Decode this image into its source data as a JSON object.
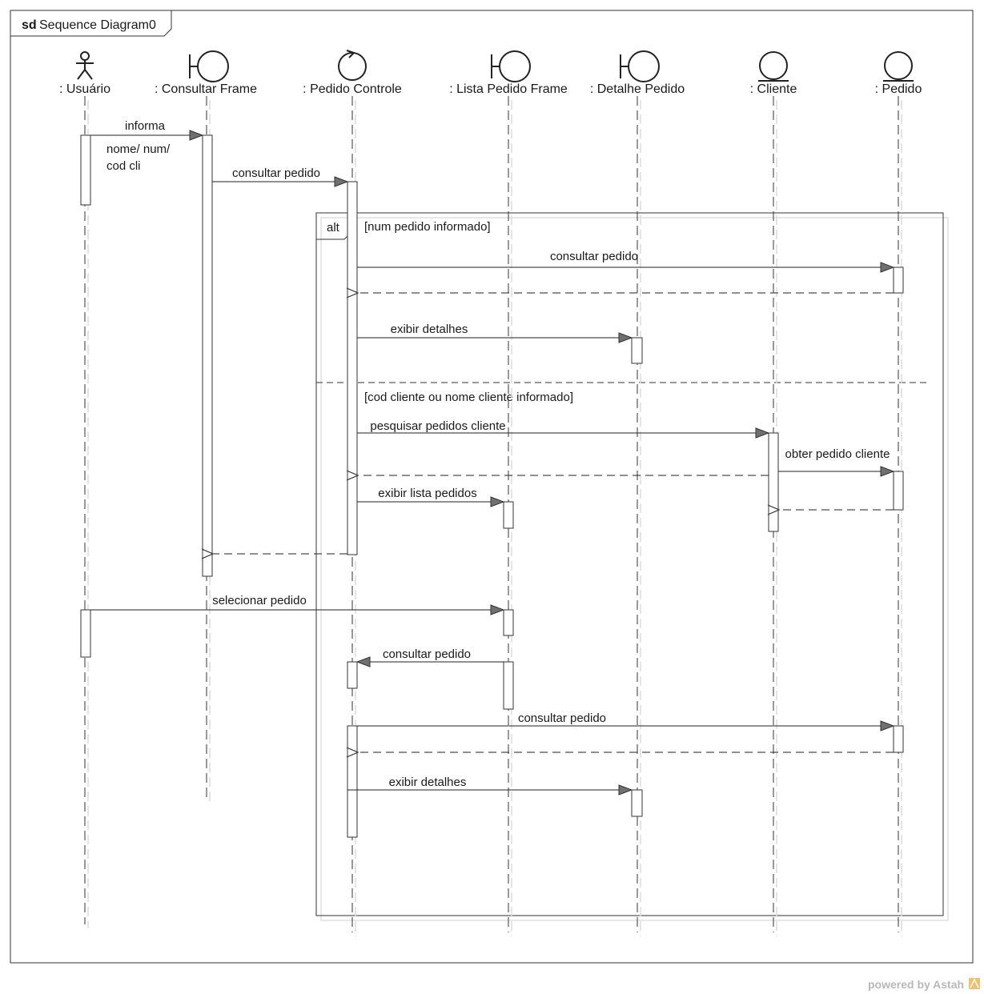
{
  "frame": {
    "keyword": "sd",
    "title": "Sequence Diagram0"
  },
  "lifelines": [
    {
      "id": "usuario",
      "kind": "actor",
      "label": ": Usuário"
    },
    {
      "id": "consultar_frame",
      "kind": "boundary",
      "label": ": Consultar Frame"
    },
    {
      "id": "pedido_controle",
      "kind": "control",
      "label": ": Pedido Controle"
    },
    {
      "id": "lista_pedido_frame",
      "kind": "boundary",
      "label": ": Lista Pedido Frame"
    },
    {
      "id": "detalhe_pedido",
      "kind": "boundary",
      "label": ": Detalhe Pedido"
    },
    {
      "id": "cliente",
      "kind": "entity",
      "label": ": Cliente"
    },
    {
      "id": "pedido",
      "kind": "entity",
      "label": ": Pedido"
    }
  ],
  "note": {
    "lines": [
      "nome/ num/",
      "cod cli"
    ]
  },
  "fragment": {
    "operator": "alt",
    "guards": [
      "[num pedido informado]",
      "[cod cliente ou nome cliente informado]"
    ]
  },
  "messages": [
    {
      "from": "usuario",
      "to": "consultar_frame",
      "label": "informa",
      "type": "sync"
    },
    {
      "from": "consultar_frame",
      "to": "pedido_controle",
      "label": "consultar pedido",
      "type": "sync"
    },
    {
      "from": "pedido_controle",
      "to": "pedido",
      "label": "consultar pedido",
      "type": "sync"
    },
    {
      "from": "pedido",
      "to": "pedido_controle",
      "label": "",
      "type": "return"
    },
    {
      "from": "pedido_controle",
      "to": "detalhe_pedido",
      "label": "exibir detalhes",
      "type": "sync"
    },
    {
      "from": "pedido_controle",
      "to": "cliente",
      "label": "pesquisar pedidos cliente",
      "type": "sync"
    },
    {
      "from": "cliente",
      "to": "pedido",
      "label": "obter pedido cliente",
      "type": "sync"
    },
    {
      "from": "cliente",
      "to": "pedido_controle",
      "label": "",
      "type": "return"
    },
    {
      "from": "pedido_controle",
      "to": "lista_pedido_frame",
      "label": "exibir lista pedidos",
      "type": "sync"
    },
    {
      "from": "pedido",
      "to": "cliente",
      "label": "",
      "type": "return"
    },
    {
      "from": "pedido_controle",
      "to": "consultar_frame",
      "label": "",
      "type": "return"
    },
    {
      "from": "usuario",
      "to": "lista_pedido_frame",
      "label": "selecionar pedido",
      "type": "sync"
    },
    {
      "from": "lista_pedido_frame",
      "to": "pedido_controle",
      "label": "consultar pedido",
      "type": "sync"
    },
    {
      "from": "pedido_controle",
      "to": "pedido",
      "label": "consultar pedido",
      "type": "sync"
    },
    {
      "from": "pedido",
      "to": "pedido_controle",
      "label": "",
      "type": "return"
    },
    {
      "from": "pedido_controle",
      "to": "detalhe_pedido",
      "label": "exibir detalhes",
      "type": "sync"
    }
  ],
  "footer": {
    "text": "powered by Astah"
  }
}
